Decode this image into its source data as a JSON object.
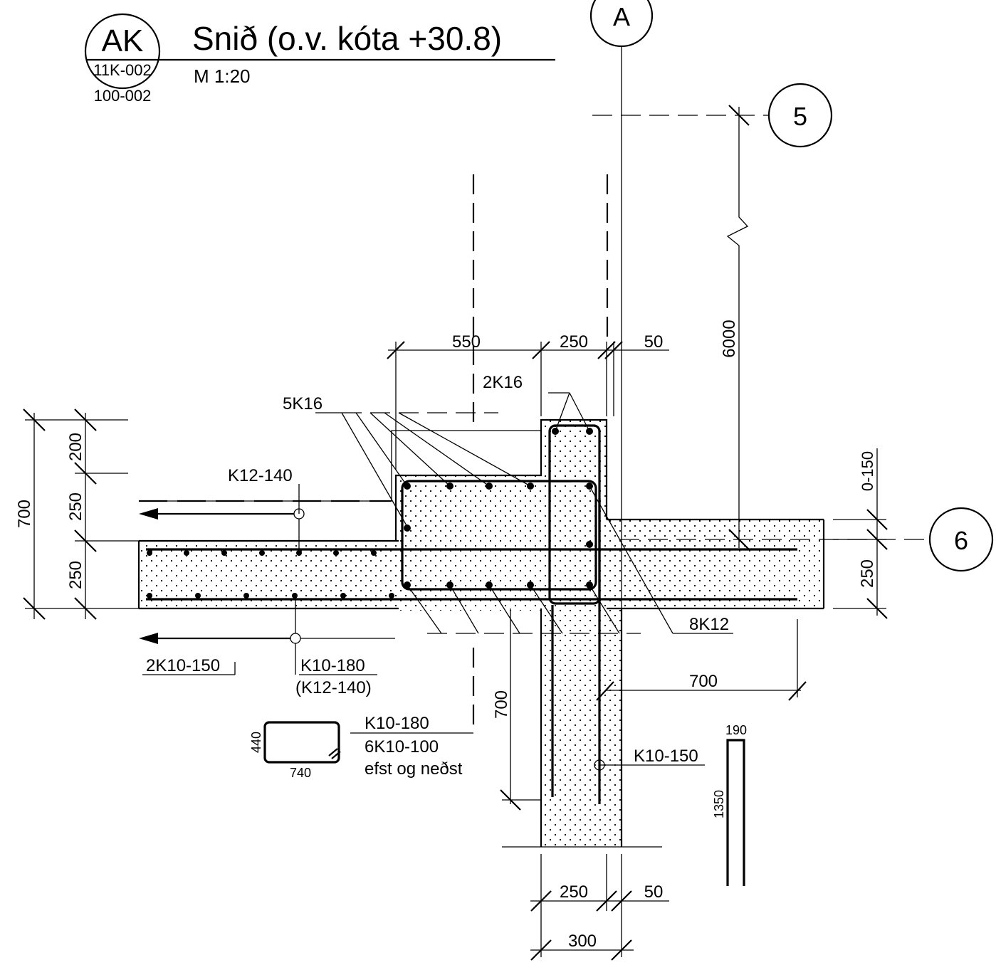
{
  "title": {
    "text": "Snið (o.v. kóta +30.8)",
    "scale": "M 1:20"
  },
  "section_marker": {
    "code": "AK",
    "ref1": "11K-002",
    "ref2": "100-002"
  },
  "grid_markers": {
    "a": "A",
    "g5": "5",
    "g6": "6"
  },
  "dimensions": {
    "top_550": "550",
    "top_250": "250",
    "top_50": "50",
    "left_700": "700",
    "left_200": "200",
    "left_250_upper": "250",
    "left_250_lower": "250",
    "right_0_150": "0-150",
    "right_250": "250",
    "height_6000": "6000",
    "wall_700": "700",
    "horiz_700": "700",
    "bottom_250": "250",
    "bottom_50": "50",
    "bottom_300": "300"
  },
  "rebar_labels": {
    "k5k16": "5K16",
    "k2k16": "2K16",
    "k12_140": "K12-140",
    "k2k10_150": "2K10-150",
    "k10_180": "K10-180",
    "k12_140_paren": "(K12-140)",
    "k8k12": "8K12",
    "k10_150": "K10-150"
  },
  "stirrup_detail": {
    "width": "740",
    "height": "440",
    "label1": "K10-180",
    "label2": "6K10-100",
    "label3": "efst og neðst"
  },
  "bar_detail": {
    "width": "190",
    "length": "1350"
  }
}
